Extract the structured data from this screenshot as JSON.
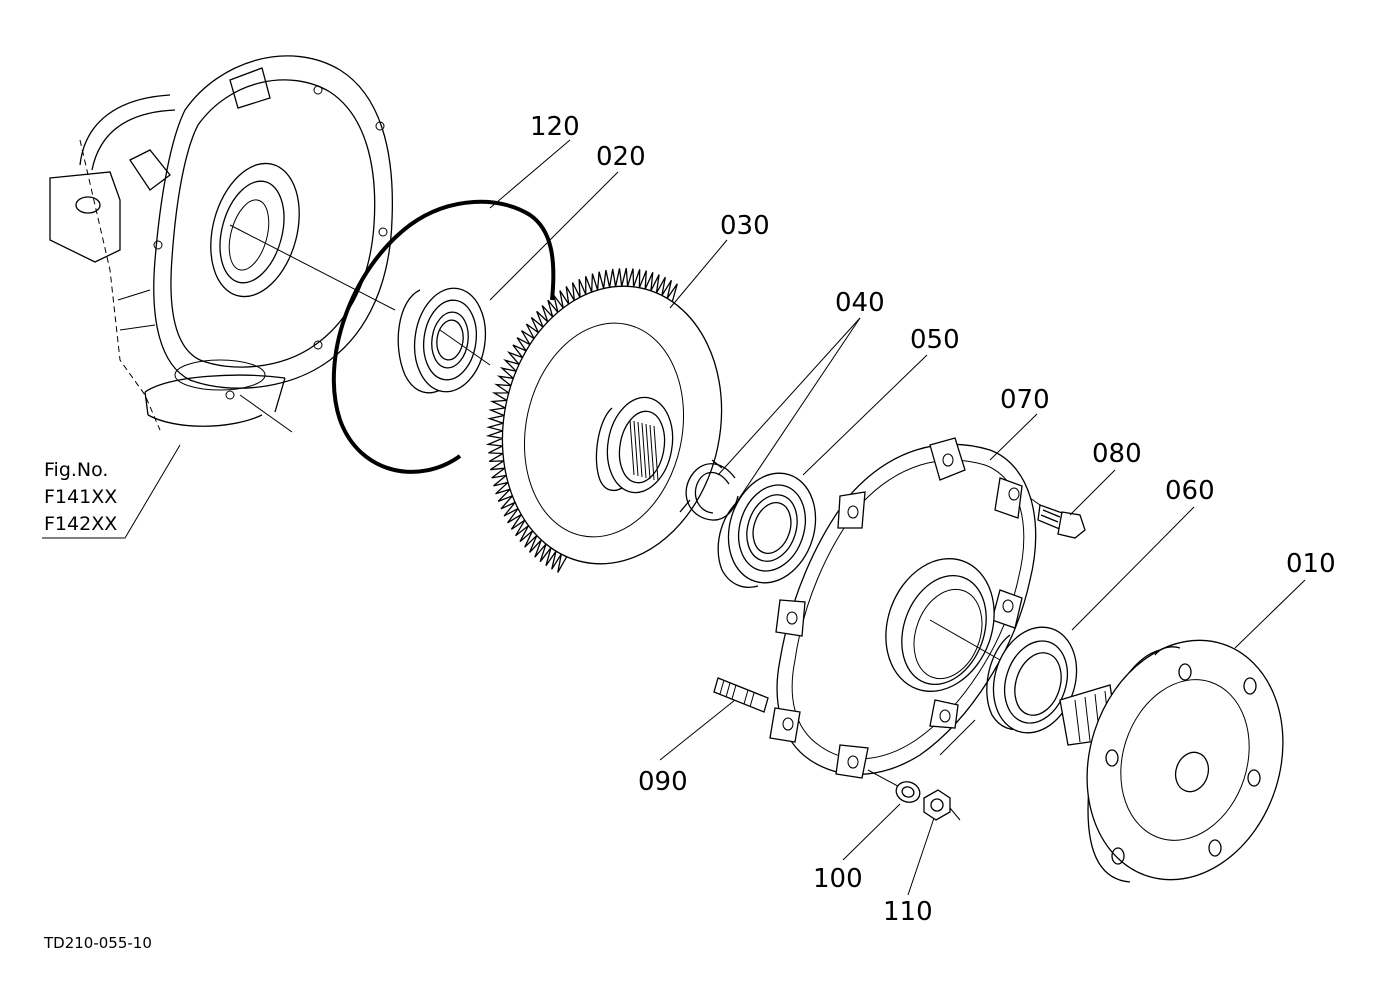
{
  "parts": [
    {
      "id": "p120",
      "label": "120",
      "name": "snap-ring"
    },
    {
      "id": "p020",
      "label": "020",
      "name": "ball-bearing"
    },
    {
      "id": "p030",
      "label": "030",
      "name": "final-gear"
    },
    {
      "id": "p040",
      "label": "040",
      "name": "circlip"
    },
    {
      "id": "p050",
      "label": "050",
      "name": "ball-bearing"
    },
    {
      "id": "p070",
      "label": "070",
      "name": "cover"
    },
    {
      "id": "p080",
      "label": "080",
      "name": "plug"
    },
    {
      "id": "p060",
      "label": "060",
      "name": "oil-seal"
    },
    {
      "id": "p010",
      "label": "010",
      "name": "axle-flange"
    },
    {
      "id": "p090",
      "label": "090",
      "name": "stud-bolt"
    },
    {
      "id": "p100",
      "label": "100",
      "name": "spring-washer"
    },
    {
      "id": "p110",
      "label": "110",
      "name": "nut"
    }
  ],
  "figure_ref": {
    "title": "Fig.No.",
    "numbers": [
      "F141XX",
      "F142XX"
    ]
  },
  "drawing_code": "TD210-055-10"
}
